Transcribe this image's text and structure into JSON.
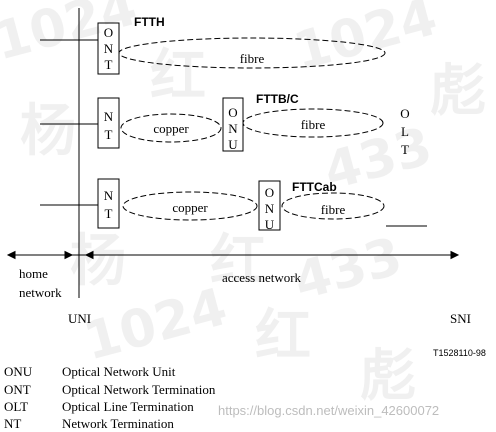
{
  "scenarios": {
    "ftth": {
      "title": "FTTH",
      "terminal": [
        "O",
        "N",
        "T"
      ],
      "link": "fibre"
    },
    "fttb": {
      "title": "FTTB/C",
      "terminal": [
        "N",
        "T"
      ],
      "copper": "copper",
      "unit": [
        "O",
        "N",
        "U"
      ],
      "fibre": "fibre"
    },
    "fttcab": {
      "title": "FTTCab",
      "terminal": [
        "N",
        "T"
      ],
      "copper": "copper",
      "unit": [
        "O",
        "N",
        "U"
      ],
      "fibre": "fibre"
    }
  },
  "olt": [
    "O",
    "L",
    "T"
  ],
  "regions": {
    "home": [
      "home",
      "network"
    ],
    "access": "access network"
  },
  "interfaces": {
    "uni": "UNI",
    "sni": "SNI"
  },
  "figure_id": "T1528110-98",
  "legend": [
    {
      "abbr": "ONU",
      "text": "Optical Network Unit"
    },
    {
      "abbr": "ONT",
      "text": "Optical Network Termination"
    },
    {
      "abbr": "OLT",
      "text": "Optical Line Termination"
    },
    {
      "abbr": "NT",
      "text": "Network Termination"
    }
  ],
  "watermark": {
    "url": "https://blog.csdn.net/weixin_42600072",
    "marks": [
      "1024",
      "杨",
      "红",
      "1024",
      "彪",
      "433",
      "杨",
      "红",
      "433",
      "1024",
      "红",
      "彪"
    ]
  }
}
